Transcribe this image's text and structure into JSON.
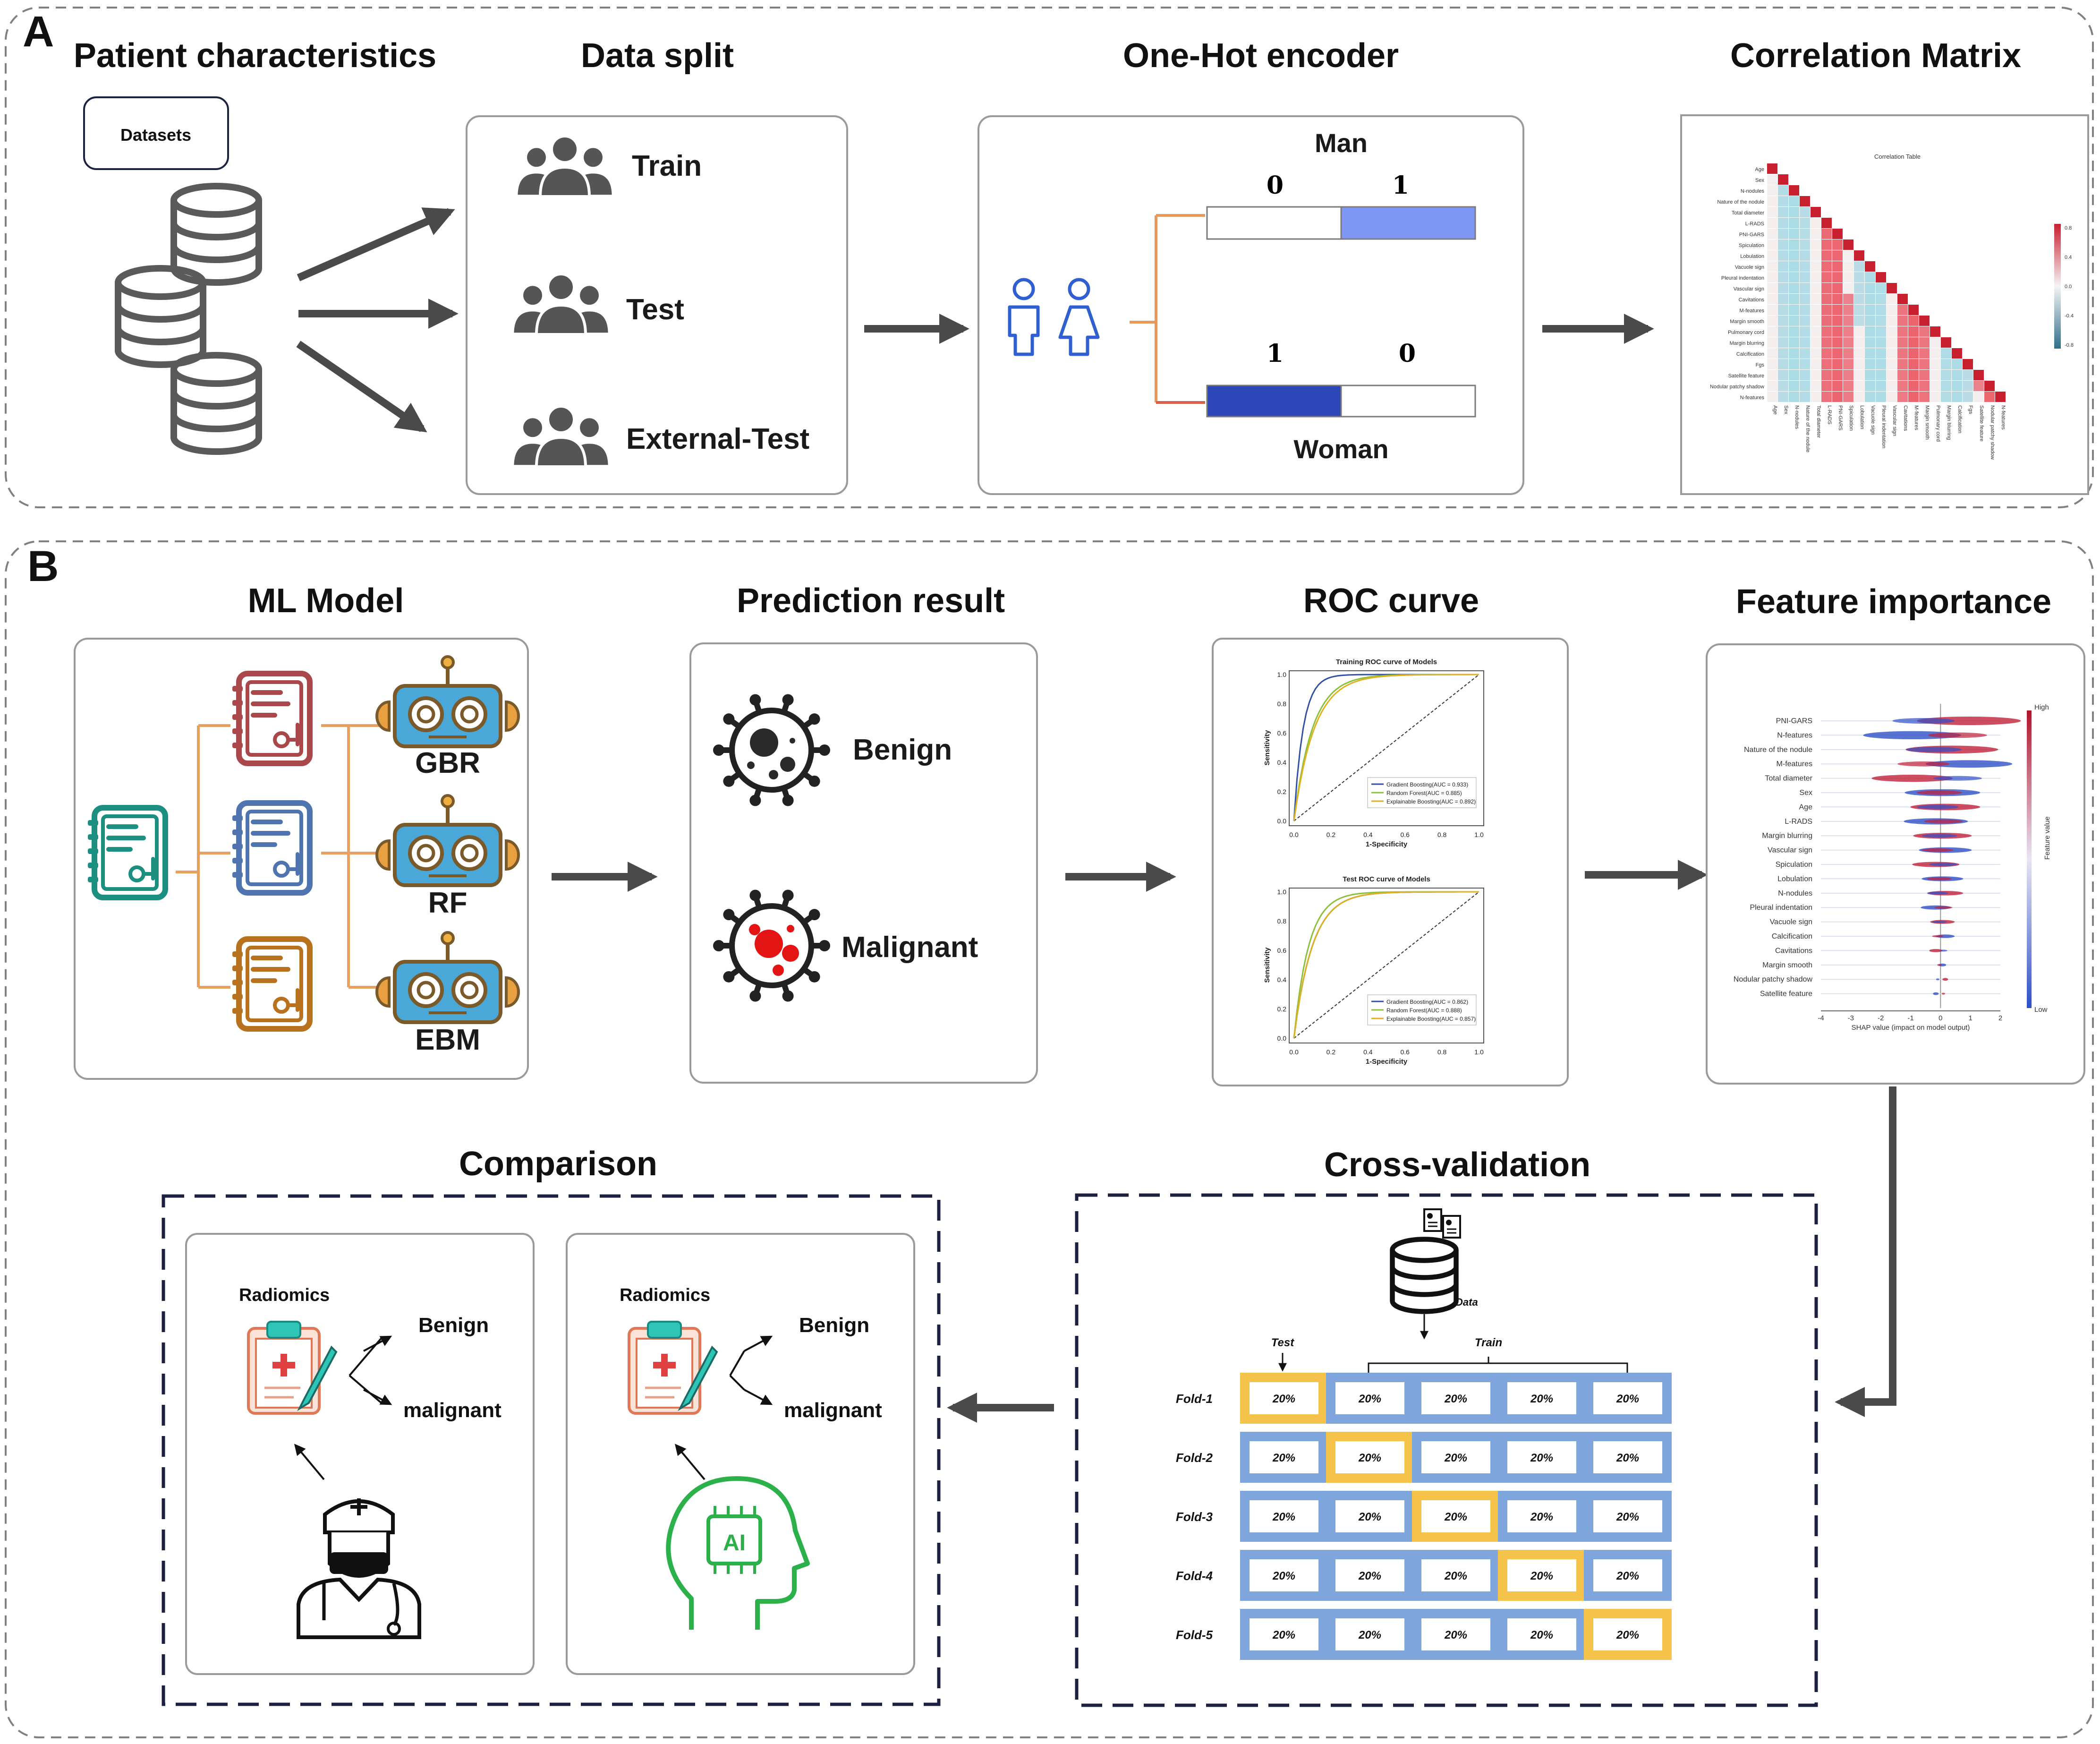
{
  "panels": {
    "a": {
      "letter": "A"
    },
    "b": {
      "letter": "B"
    }
  },
  "patient_characteristics": {
    "title": "Patient characteristics",
    "datasets_label": "Datasets"
  },
  "data_split": {
    "title": "Data split",
    "groups": [
      "Train",
      "Test",
      "External-Test"
    ]
  },
  "one_hot": {
    "title": "One-Hot encoder",
    "man": {
      "label": "Man",
      "bits": [
        "0",
        "1"
      ]
    },
    "woman": {
      "label": "Woman",
      "bits": [
        "1",
        "0"
      ]
    },
    "colors": {
      "man_fill": "#8098f5",
      "woman_fill": "#2b46b6"
    }
  },
  "correlation_matrix": {
    "title": "Correlation Matrix",
    "inner_title": "Correlation Table",
    "features": [
      "Age",
      "Sex",
      "N-nodules",
      "Nature of the nodule",
      "Total diameter",
      "L-RADS",
      "PNI-GARS",
      "Spiculation",
      "Lobulation",
      "Vacuole sign",
      "Pleural indentation",
      "Vascular sign",
      "Cavitations",
      "M-features",
      "Margin smooth",
      "Pulmonary cord",
      "Margin blurring",
      "Calcification",
      "Fgs",
      "Satellite feature",
      "Nodular patchy shadow",
      "N-features"
    ],
    "colorbar_ticks": [
      "0.8",
      "0.4",
      "0.0",
      "-0.4",
      "-0.8"
    ]
  },
  "ml_model": {
    "title": "ML Model",
    "models": [
      "GBR",
      "RF",
      "EBM"
    ]
  },
  "prediction_result": {
    "title": "Prediction result",
    "classes": [
      "Benign",
      "Malignant"
    ]
  },
  "roc_curve": {
    "title": "ROC curve",
    "xlabel": "1-Specificity",
    "ylabel": "Sensitivity",
    "ticks": [
      "0.0",
      "0.2",
      "0.4",
      "0.6",
      "0.8",
      "1.0"
    ],
    "train": {
      "title": "Training ROC curve of Models",
      "legend": [
        "Gradient Boosting(AUC = 0.933)",
        "Random Forest(AUC = 0.885)",
        "Explainable Boosting(AUC = 0.892)"
      ]
    },
    "test": {
      "title": "Test ROC curve of Models",
      "legend": [
        "Gradient Boosting(AUC = 0.862)",
        "Random Forest(AUC = 0.888)",
        "Explainable Boosting(AUC = 0.857)"
      ]
    },
    "colors": [
      "#3050a8",
      "#8cbf3a",
      "#e0b020"
    ]
  },
  "feature_importance": {
    "title": "Feature importance",
    "features": [
      "PNI-GARS",
      "N-features",
      "Nature of the nodule",
      "M-features",
      "Total diameter",
      "Sex",
      "Age",
      "L-RADS",
      "Margin blurring",
      "Vascular sign",
      "Spiculation",
      "Lobulation",
      "N-nodules",
      "Pleural indentation",
      "Vacuole sign",
      "Calcification",
      "Cavitations",
      "Margin smooth",
      "Nodular patchy shadow",
      "Satellite feature"
    ],
    "xlabel": "SHAP value (impact on model output)",
    "xticks": [
      "-4",
      "-3",
      "-2",
      "-1",
      "0",
      "1",
      "2"
    ],
    "colorbar": {
      "high": "High",
      "low": "Low",
      "label": "Feature value"
    }
  },
  "comparison": {
    "title": "Comparison",
    "cards": [
      {
        "source": "Radiomics",
        "out1": "Benign",
        "out2": "malignant"
      },
      {
        "source": "Radiomics",
        "out1": "Benign",
        "out2": "malignant"
      }
    ]
  },
  "cross_validation": {
    "title": "Cross-validation",
    "data_label": "Data",
    "test_label": "Test",
    "train_label": "Train",
    "folds": [
      "Fold-1",
      "Fold-2",
      "Fold-3",
      "Fold-4",
      "Fold-5"
    ],
    "cell_label": "20%",
    "colors": {
      "train": "#7ea6dc",
      "test": "#f5c24a"
    }
  }
}
